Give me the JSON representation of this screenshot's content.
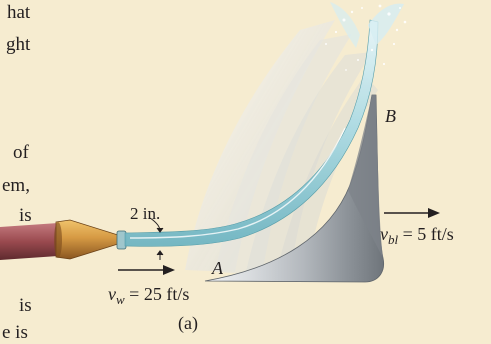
{
  "left_text": {
    "f1": "hat",
    "f2": "ght",
    "f3": "of",
    "f4": "em,",
    "f5": "is",
    "f6": "is",
    "f7": "e is"
  },
  "labels": {
    "jet_diameter": "2 in.",
    "point_a": "A",
    "point_b": "B",
    "water_velocity": "v",
    "water_velocity_sub": "w",
    "water_velocity_value": " = 25 ft/s",
    "blade_velocity": "v",
    "blade_velocity_sub": "bl",
    "blade_velocity_value": " = 5 ft/s",
    "part_caption": "(a)"
  },
  "colors": {
    "background": "#f6ecd0",
    "blade_light": "#e6e8ea",
    "blade_dark": "#7f858c",
    "water": "#bfe3ea",
    "nozzle_brass": "#c98a3a",
    "hose": "#9a4a4f",
    "text": "#231f20"
  }
}
